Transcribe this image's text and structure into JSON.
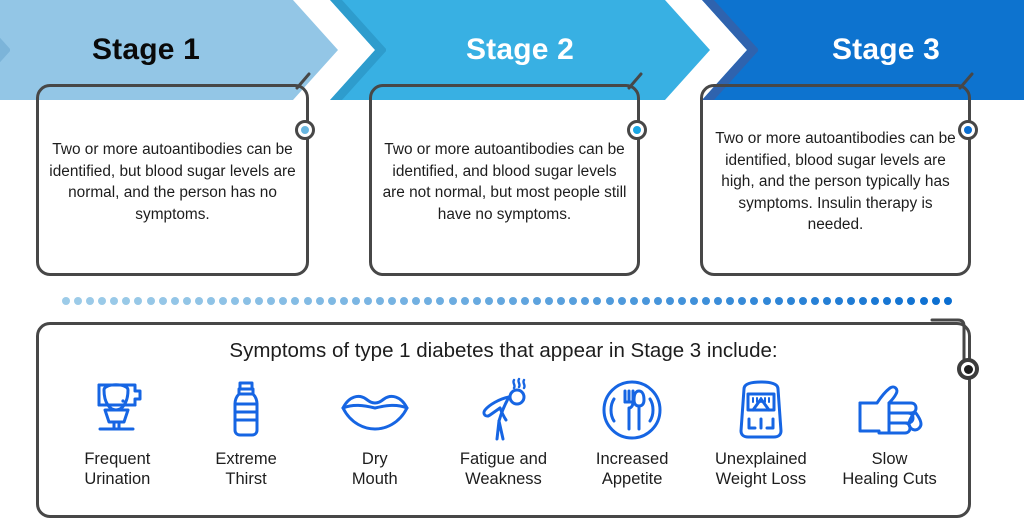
{
  "stages": [
    {
      "label": "Stage 1",
      "arrow_color": "#93c6e6",
      "arrow_shade": "#7cb4d9",
      "label_color": "#0a0a0a",
      "dot_color": "#68b6e0",
      "text": "Two or more autoantibodies can be identified, but blood sugar levels are normal, and the person has no symptoms."
    },
    {
      "label": "Stage 2",
      "arrow_color": "#38b0e3",
      "arrow_shade": "#2e9ccd",
      "label_color": "#ffffff",
      "dot_color": "#18a6e4",
      "text": "Two or more autoantibodies can be identified, and blood sugar levels are not normal, but most people still have no symptoms."
    },
    {
      "label": "Stage 3",
      "arrow_color": "#0d73cf",
      "arrow_shade": "#2f63ae",
      "label_color": "#ffffff",
      "dot_color": "#0a6ed1",
      "text": "Two or more autoantibodies can be identified, blood sugar levels are high, and the person typically has symptoms. Insulin therapy is needed."
    }
  ],
  "divider": {
    "dot_count": 74,
    "gradient_start": "#9ccbe8",
    "gradient_end": "#0a6ed1"
  },
  "panel": {
    "title": "Symptoms of type 1 diabetes that appear in Stage 3 include:",
    "dot_fill": "#1d1d1d",
    "symptoms": [
      {
        "icon": "toilet-icon",
        "label": "Frequent\nUrination"
      },
      {
        "icon": "water-bottle-icon",
        "label": "Extreme\nThirst"
      },
      {
        "icon": "lips-icon",
        "label": "Dry\nMouth"
      },
      {
        "icon": "tired-person-icon",
        "label": "Fatigue and\nWeakness"
      },
      {
        "icon": "plate-cutlery-icon",
        "label": "Increased\nAppetite"
      },
      {
        "icon": "weight-scale-icon",
        "label": "Unexplained\nWeight Loss"
      },
      {
        "icon": "bandaged-hand-icon",
        "label": "Slow\nHealing Cuts"
      }
    ],
    "icon_color": "#1665e3"
  },
  "theme": {
    "outline": "#474747",
    "text": "#1d1d1d",
    "background": "#ffffff"
  }
}
